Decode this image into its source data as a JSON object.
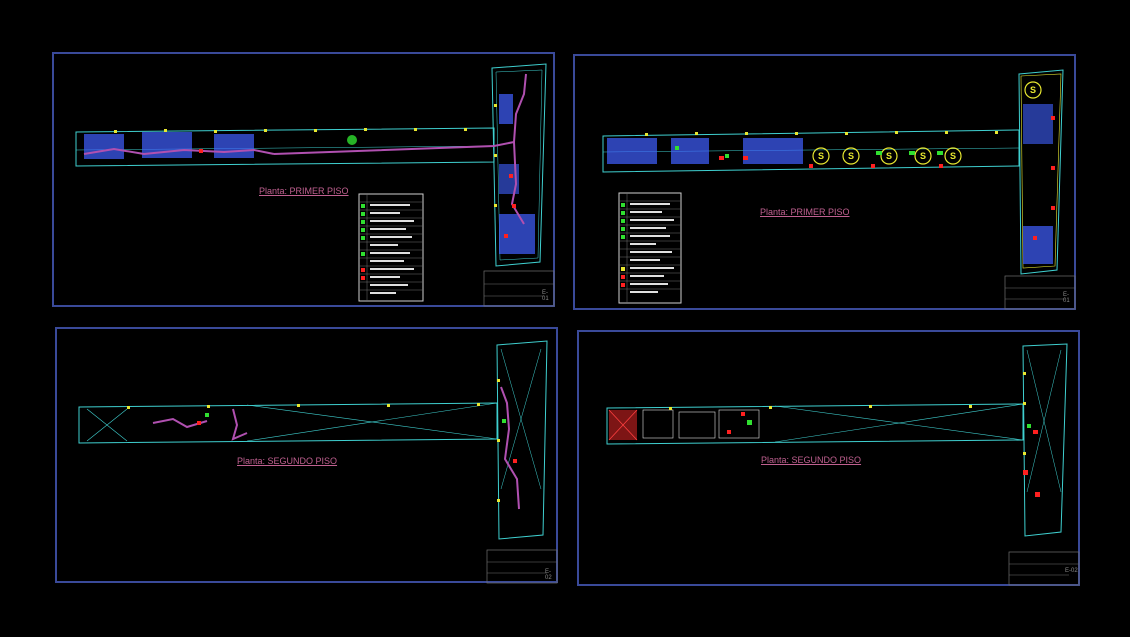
{
  "sheets": [
    {
      "caption": "Planta: PRIMER PISO",
      "sheet_no": "E-01"
    },
    {
      "caption": "Planta:  PRIMER  PISO",
      "sheet_no": "E-01"
    },
    {
      "caption": "Planta: SEGUNDO PISO",
      "sheet_no": "E-02"
    },
    {
      "caption": "Planta: SEGUNDO PISO",
      "sheet_no": "E-02"
    }
  ],
  "colors": {
    "border": "#3a4a9a",
    "wall": "#3fd0d0",
    "pipe": "#b050b0",
    "furniture": "#4060ff",
    "yellow": "#e8e830",
    "green": "#30e030",
    "red": "#ff2020",
    "caption": "#c06090"
  }
}
